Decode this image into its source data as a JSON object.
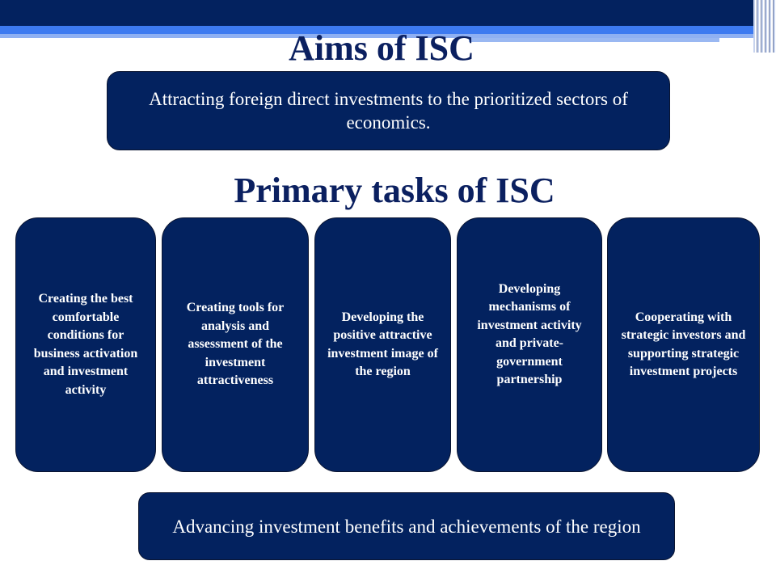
{
  "aims_title": "Aims of ISC",
  "aim_text": "Attracting foreign direct investments to the prioritized sectors of economics.",
  "tasks_title": "Primary tasks of ISC",
  "tasks": [
    "Creating the best comfortable conditions for business activation and investment activity",
    "Creating tools for analysis and assessment of the investment attractiveness",
    "Developing the positive attractive investment image of the region",
    "Developing mechanisms of investment activity and private-government partnership",
    "Cooperating with strategic investors and supporting strategic investment projects"
  ],
  "bottom_text": "Advancing investment benefits and achievements of the region"
}
